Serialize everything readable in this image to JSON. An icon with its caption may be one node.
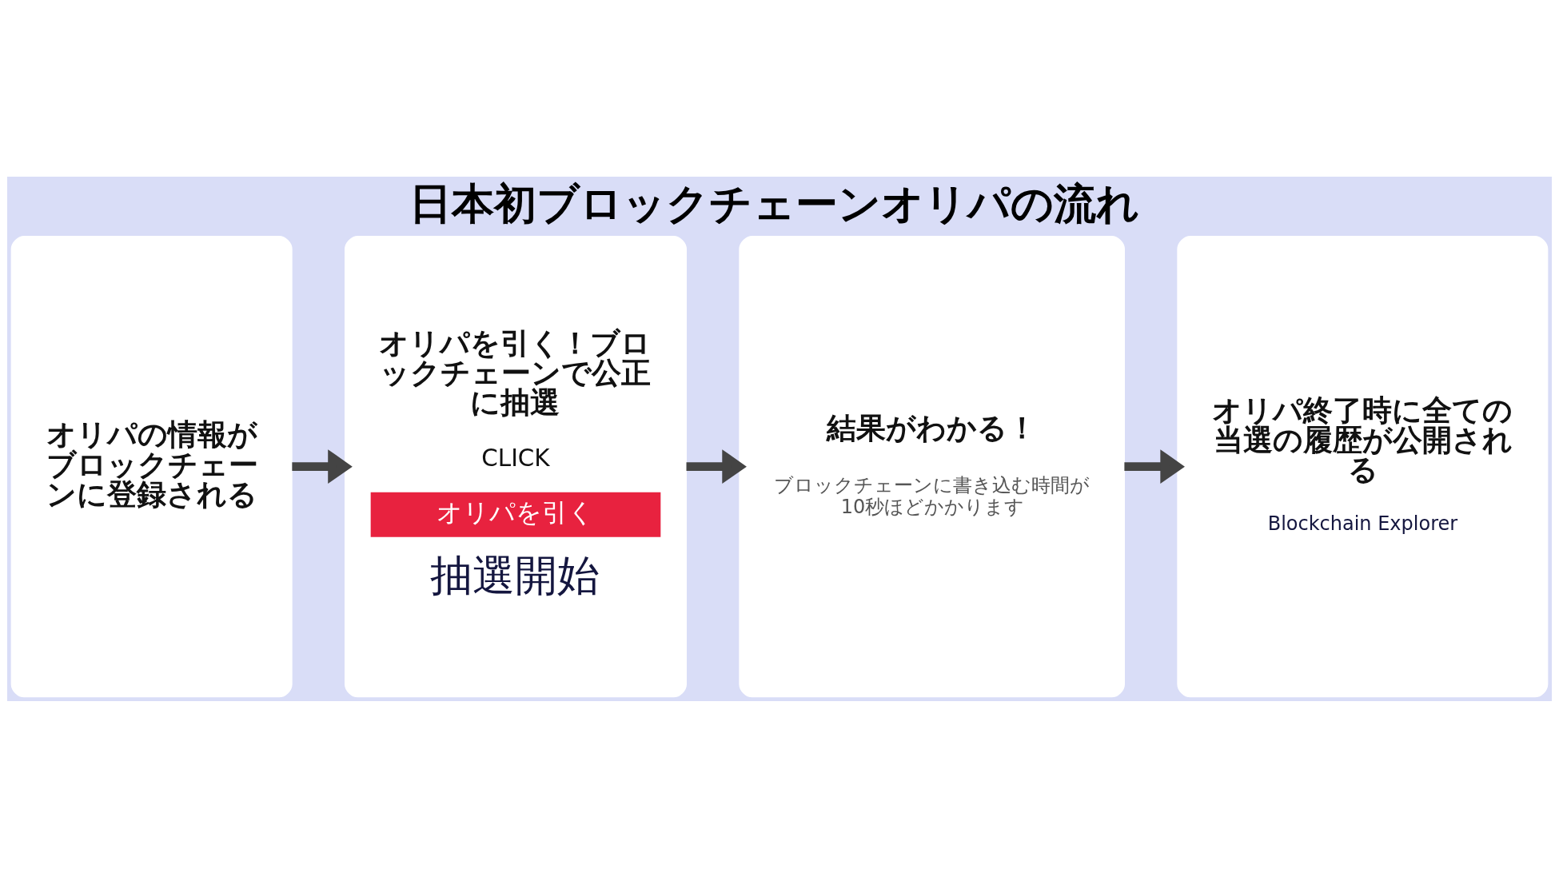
{
  "diagram": {
    "title": "日本初ブロックチェーンオリパの流れ",
    "nodes": [
      {
        "text": [
          "オリパの情報がブロックチェーンに登録される"
        ]
      },
      {
        "text": [
          "オリパを引く！ブロックチェーンで公正に抽選",
          "CLICK",
          "オリパを引く",
          "抽選開始"
        ]
      },
      {
        "text": [
          "結果がわかる！",
          "ブロックチェーンに書き込む時間が10秒ほどかかります"
        ]
      },
      {
        "text": [
          "オリパ終了時に全ての当選の履歴が公開される",
          "Blockchain Explorer"
        ]
      }
    ],
    "edges": [
      {
        "from": 0,
        "to": 1,
        "arrow": "to"
      },
      {
        "from": 1,
        "to": 2,
        "arrow": "to"
      },
      {
        "from": 2,
        "to": 3,
        "arrow": "to"
      }
    ]
  }
}
